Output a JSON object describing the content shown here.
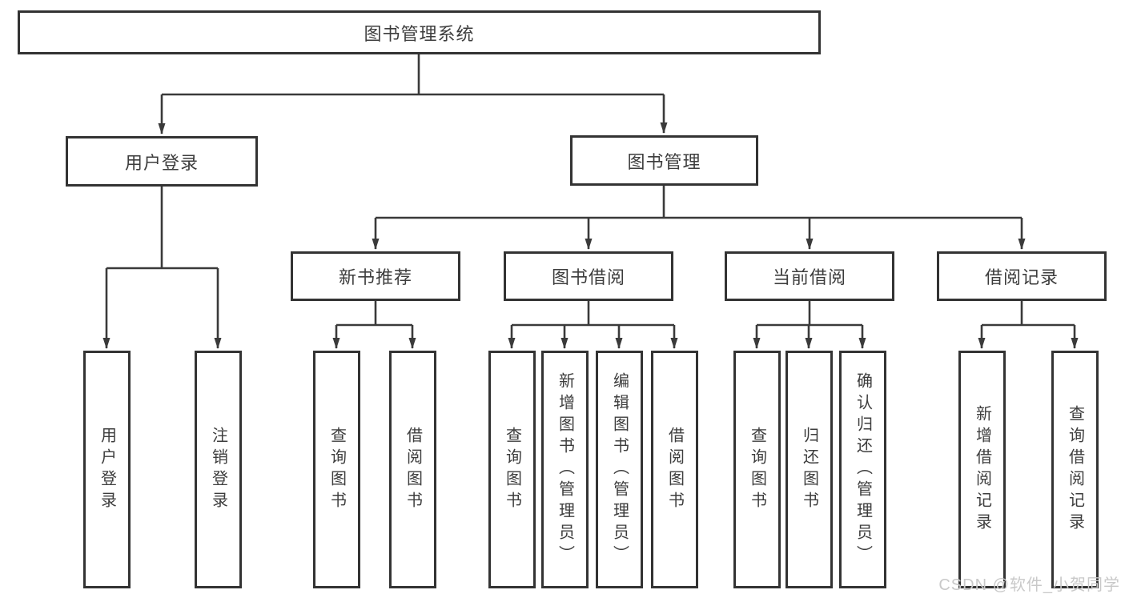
{
  "diagram": {
    "root": {
      "label": "图书管理系统"
    },
    "level2": {
      "user_login": {
        "label": "用户登录"
      },
      "book_management": {
        "label": "图书管理"
      }
    },
    "level3": {
      "new_book_recommend": {
        "label": "新书推荐"
      },
      "book_borrow": {
        "label": "图书借阅"
      },
      "current_borrow": {
        "label": "当前借阅"
      },
      "borrow_records": {
        "label": "借阅记录"
      }
    },
    "leaves": {
      "user_login": [
        "用户登录",
        "注销登录"
      ],
      "new_book_recommend": [
        "查询图书",
        "借阅图书"
      ],
      "book_borrow": [
        "查询图书",
        "新增图书（管理员）",
        "编辑图书（管理员）",
        "借阅图书"
      ],
      "current_borrow": [
        "查询图书",
        "归还图书",
        "确认归还（管理员）"
      ],
      "borrow_records": [
        "新增借阅记录",
        "查询借阅记录"
      ]
    },
    "colors": {
      "line": "#3a3a3a",
      "border": "#333333",
      "text": "#3d3d3d",
      "watermark_text": "#c9c9c9"
    },
    "watermark": "CSDN @软件_小贺同学"
  }
}
